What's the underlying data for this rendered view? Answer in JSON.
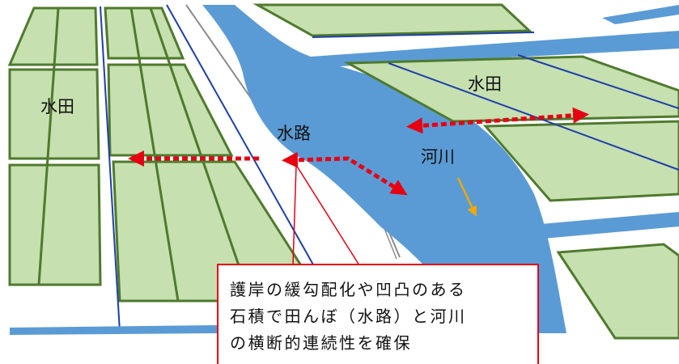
{
  "labels": {
    "paddy_left": "水田",
    "paddy_right": "水田",
    "waterway": "水路",
    "river": "河川"
  },
  "callout": {
    "text": "護岸の緩勾配化や凹凸のある\n石積で田んぼ（水路）と河川\nの横断的連続性を確保"
  },
  "colors": {
    "paddy_fill": "#c6e0b0",
    "paddy_border": "#4f7a2e",
    "river": "#5b9bd5",
    "channel_line": "#1f3fa8",
    "road_line": "#8c8c8c",
    "arrow_red": "#e60012",
    "flow_arrow": "#f0a800"
  }
}
